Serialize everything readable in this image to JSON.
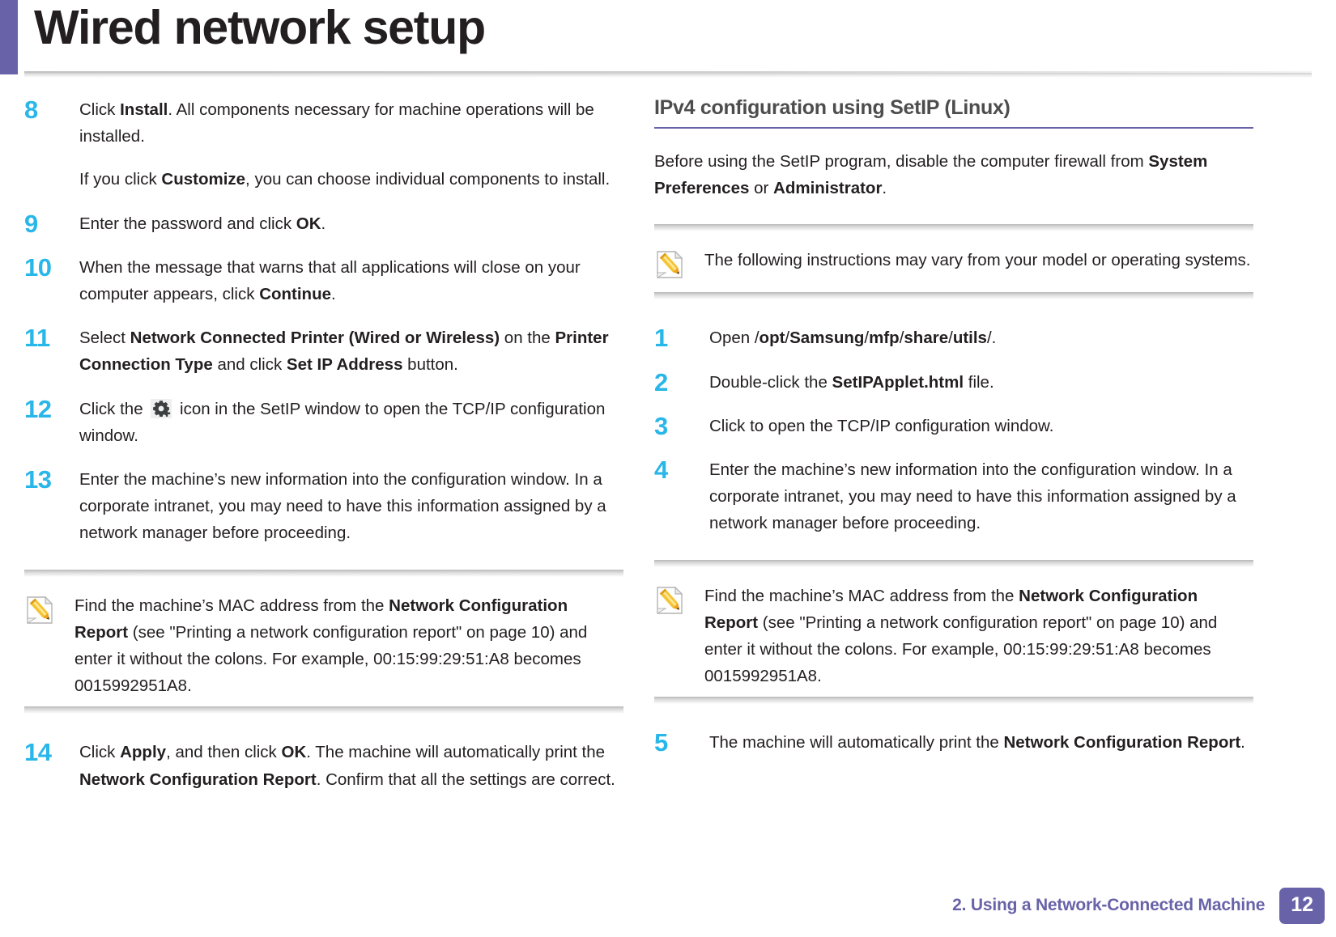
{
  "page": {
    "title": "Wired network setup",
    "accent_purple": "#6863a8",
    "accent_cyan": "#29b6e8",
    "text_color": "#231f20"
  },
  "left_column": {
    "steps": [
      {
        "num": "8",
        "text_1": "Click ",
        "bold_1": "Install",
        "text_2": ". All components necessary for machine operations will be installed.",
        "sub_text_1": "If you click ",
        "sub_bold_1": "Customize",
        "sub_text_2": ", you can choose individual components to install."
      },
      {
        "num": "9",
        "text_1": "Enter the password and click ",
        "bold_1": "OK",
        "text_2": "."
      },
      {
        "num": "10",
        "text_1": "When the message that warns that all applications will close on your computer appears, click ",
        "bold_1": "Continue",
        "text_2": "."
      },
      {
        "num": "11",
        "text_1": "Select ",
        "bold_1": "Network Connected Printer (Wired or Wireless)",
        "text_2": " on the ",
        "bold_2": "Printer Connection Type",
        "text_3": " and click ",
        "bold_3": "Set IP Address",
        "text_4": " button."
      },
      {
        "num": "12",
        "text_1": "Click the ",
        "icon": "gear-plus-icon",
        "text_2": " icon in the SetIP window to open the TCP/IP configuration window."
      },
      {
        "num": "13",
        "text_1": "Enter the machine’s new information into the configuration window. In a corporate intranet, you may need to have this information assigned by a network manager before proceeding."
      }
    ],
    "note": {
      "icon": "note-pencil-icon",
      "text_1": "Find the machine’s MAC address from the ",
      "bold_1": "Network Configuration Report",
      "text_2": " (see \"Printing a network configuration report\" on page 10) and enter it without the colons. For example, 00:15:99:29:51:A8 becomes 0015992951A8."
    },
    "final_step": {
      "num": "14",
      "text_1": "Click ",
      "bold_1": "Apply",
      "text_2": ", and then click ",
      "bold_2": "OK",
      "text_3": ". The machine will automatically print the ",
      "bold_3": "Network Configuration Report",
      "text_4": ". Confirm that all the settings are correct."
    }
  },
  "right_column": {
    "heading": "IPv4 configuration using SetIP (Linux)",
    "intro": {
      "text_1": "Before using the SetIP program, disable the computer firewall from ",
      "bold_1": "System Preferences",
      "text_2": " or ",
      "bold_2": "Administrator",
      "text_3": "."
    },
    "note_top": {
      "icon": "note-pencil-icon",
      "text_1": "The following instructions may vary from your model or operating systems."
    },
    "steps": [
      {
        "num": "1",
        "text_1": "Open /",
        "bold_1": "opt",
        "text_2": "/",
        "bold_2": "Samsung",
        "text_3": "/",
        "bold_3": "mfp",
        "text_4": "/",
        "bold_4": "share",
        "text_5": "/",
        "bold_5": "utils",
        "text_6": "/."
      },
      {
        "num": "2",
        "text_1": "Double-click the ",
        "bold_1": "SetIPApplet.html",
        "text_2": " file."
      },
      {
        "num": "3",
        "text_1": "Click to open the TCP/IP configuration window."
      },
      {
        "num": "4",
        "text_1": "Enter the machine’s new information into the configuration window. In a corporate intranet, you may need to have this information assigned by a network manager before proceeding."
      }
    ],
    "note_bottom": {
      "icon": "note-pencil-icon",
      "text_1": "Find the machine’s MAC address from the ",
      "bold_1": "Network Configuration Report",
      "text_2": " (see \"Printing a network configuration report\" on page 10) and enter it without the colons. For example, 00:15:99:29:51:A8 becomes 0015992951A8."
    },
    "final_step": {
      "num": "5",
      "text_1": "The machine will automatically print the ",
      "bold_1": "Network Configuration Report",
      "text_2": "."
    }
  },
  "footer": {
    "chapter": "2.  Using a Network-Connected Machine",
    "page_number": "12"
  }
}
